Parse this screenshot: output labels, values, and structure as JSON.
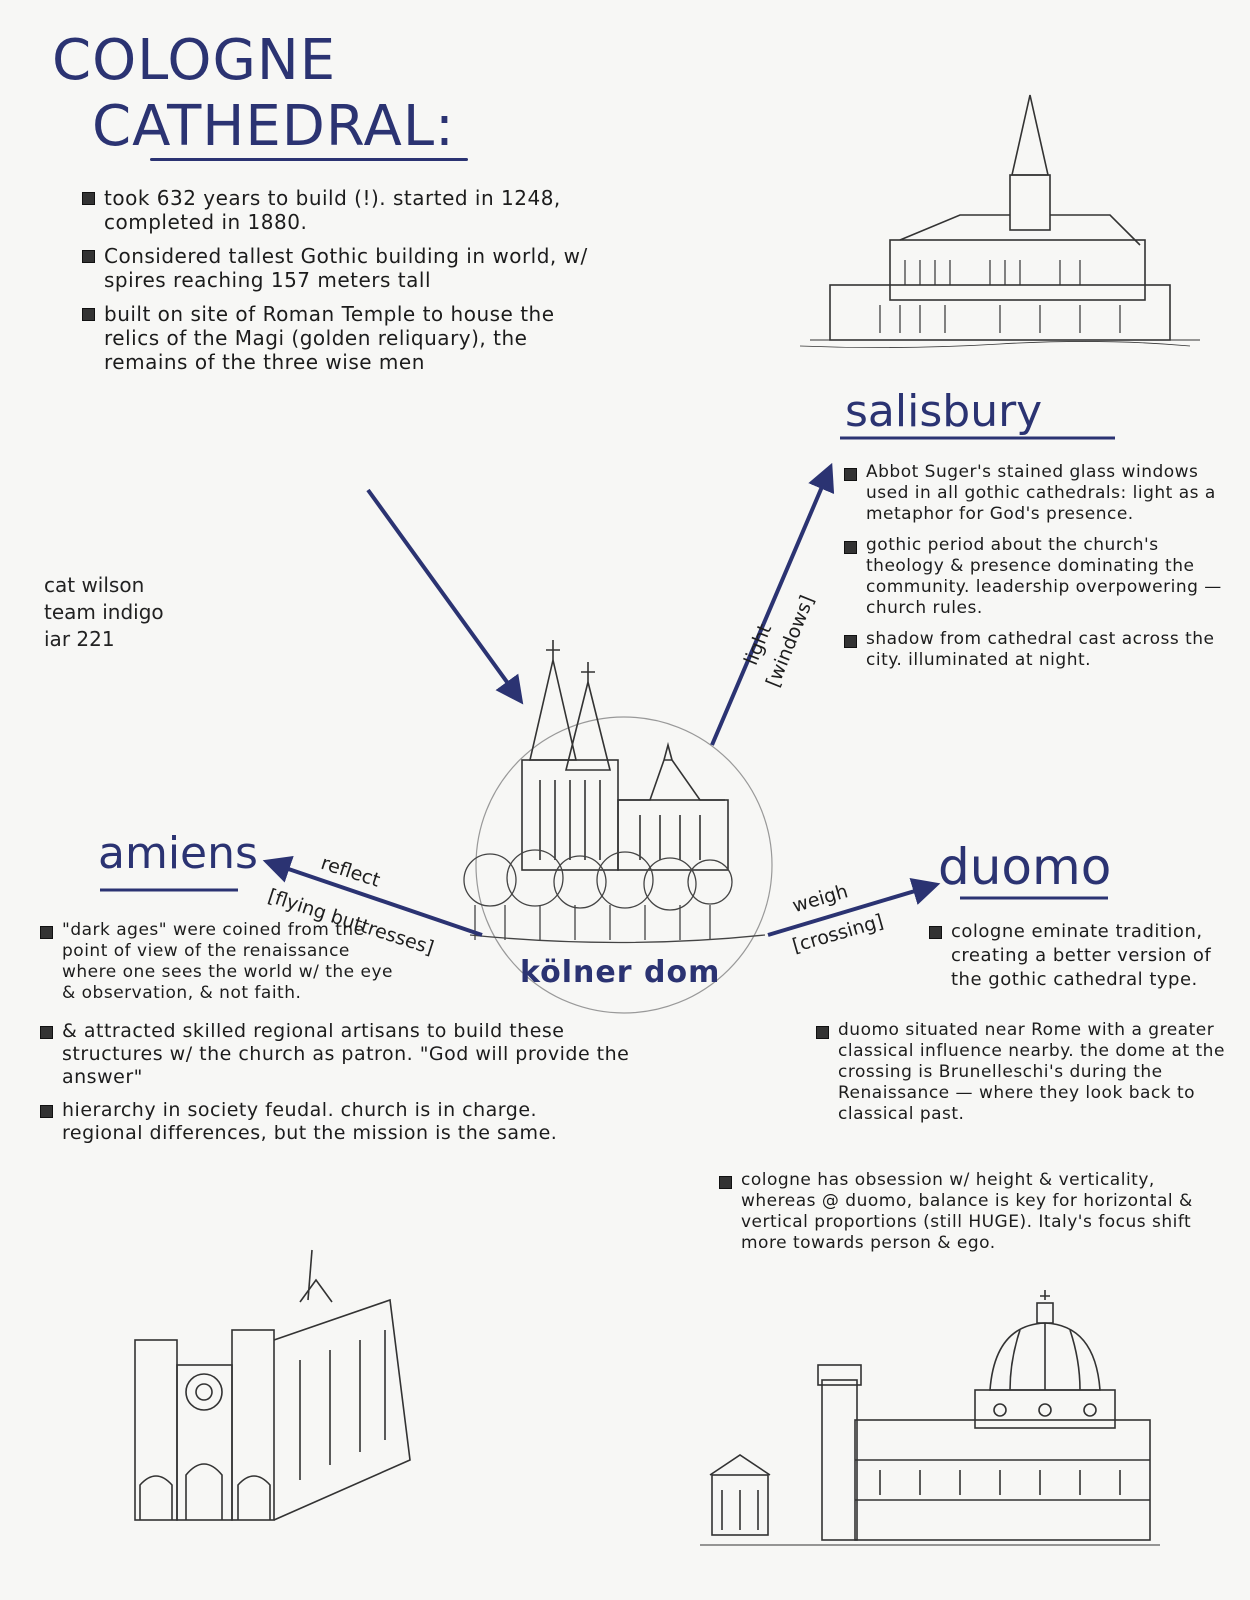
{
  "title": {
    "line1": "COLOGNE",
    "line2": "CATHEDRAL:"
  },
  "intro_notes": [
    "took 632 years to build (!). started in 1248, completed in 1880.",
    "Considered tallest Gothic building in world, w/ spires reaching 157 meters tall",
    "built on site of Roman Temple to house the relics of the Magi (golden reliquary), the remains of the three wise men"
  ],
  "signature": {
    "name": "cat wilson",
    "team": "team indigo",
    "course": "iar 221"
  },
  "center": {
    "label": "kölner dom"
  },
  "nodes": {
    "salisbury": {
      "label": "salisbury",
      "edge_label": "light",
      "edge_sublabel": "[windows]",
      "notes": [
        "Abbot Suger's stained glass windows used in all gothic cathedrals: light as a metaphor for God's presence.",
        "gothic period about the church's theology & presence dominating the community. leadership overpowering — church rules.",
        "shadow from cathedral cast across the city. illuminated at night."
      ]
    },
    "amiens": {
      "label": "amiens",
      "edge_label": "reflect",
      "edge_sublabel": "[flying buttresses]",
      "notes": [
        "\"dark ages\" were coined from the point of view of the renaissance where one sees the world w/ the eye & observation, & not faith.",
        "& attracted skilled regional artisans to build these structures w/ the church as patron. \"God will provide the answer\"",
        "hierarchy in society feudal. church is in charge. regional differences, but the mission is the same."
      ]
    },
    "duomo": {
      "label": "duomo",
      "edge_label": "weigh",
      "edge_sublabel": "[crossing]",
      "notes": [
        "cologne eminate tradition, creating a better version of the gothic cathedral type.",
        "duomo situated near Rome with a greater classical influence nearby. the dome at the crossing is Brunelleschi's during the Renaissance — where they look back to classical past.",
        "cologne has obsession w/ height & verticality, whereas @ duomo, balance is key for horizontal & vertical proportions (still HUGE). Italy's focus shift more towards person & ego."
      ]
    }
  },
  "colors": {
    "ink": "#2b3372",
    "pencil": "#333333",
    "paper": "#f7f7f5"
  },
  "illustrations": [
    "salisbury-cathedral-sketch",
    "cologne-cathedral-sketch",
    "amiens-cathedral-sketch",
    "florence-duomo-sketch"
  ]
}
